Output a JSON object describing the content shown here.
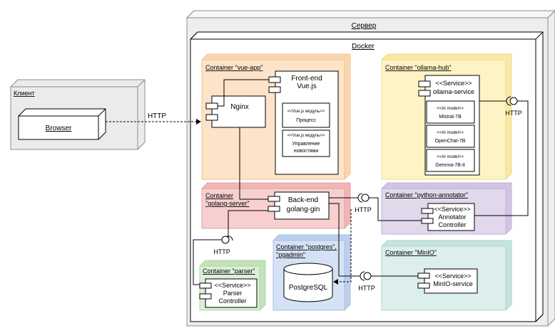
{
  "server": {
    "title": "Сервер"
  },
  "docker": {
    "title": "Docker"
  },
  "client": {
    "title": "Клиент",
    "browser": "Browser"
  },
  "links": {
    "client_http": "HTTP",
    "ollama_http": "HTTP",
    "annotator_http": "HTTP",
    "parser_http": "HTTP",
    "minio_http": "HTTP"
  },
  "vue_app": {
    "title": "Container \"vue-app\"",
    "frontend_line1": "Front-end",
    "frontend_line2": "Vue.js",
    "nginx": "Nginx",
    "module1_stereo": "<<Vue.js модуль>>",
    "module1_name": "Процесс",
    "module2_stereo": "<<Vue.js модуль>>",
    "module2_line1": "Управление",
    "module2_line2": "новостями"
  },
  "ollama_hub": {
    "title": "Container \"ollama-hub\"",
    "service_stereo": "<<Service>>",
    "service_name": "ollama-service",
    "models": [
      {
        "stereo": "<<AI model>>",
        "name": "Mistral-7B"
      },
      {
        "stereo": "<<AI model>>",
        "name": "OpenChat-7B"
      },
      {
        "stereo": "<<AI model>>",
        "name": "Gemma-7B-it"
      }
    ]
  },
  "golang_server": {
    "title_line1": "Container",
    "title_line2": "\"golang-server\"",
    "backend_line1": "Back-end",
    "backend_line2": "golang-gin"
  },
  "python_annotator": {
    "title": "Container \"python-annotator\"",
    "stereo": "<<Service>>",
    "line1": "Annotator",
    "line2": "Controller"
  },
  "postgres": {
    "title_line1": "Container \"postgres\",",
    "title_line2": "\"pgadmin\"",
    "db": "PostgreSQL"
  },
  "parser": {
    "title": "Container \"parser\"",
    "stereo": "<<Service>>",
    "line1": "Parser",
    "line2": "Controller"
  },
  "minio": {
    "title": "Container \"MinIO\"",
    "stereo": "<<Service>>",
    "name": "MinIO-service"
  },
  "colors": {
    "orange": "#fde3c8",
    "yellow": "#fef3c5",
    "red": "#f7cfcf",
    "purple": "#e2d8ec",
    "blue": "#d5e2f5",
    "green": "#dcefd7",
    "teal": "#dcefec",
    "gray": "#e6e6e6"
  }
}
